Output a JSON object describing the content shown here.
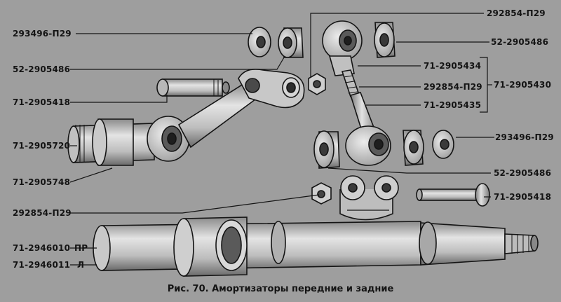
{
  "labels": {
    "l1": "293496-П29",
    "l2": "52-2905486",
    "l3": "71-2905418",
    "l4": "71-2905720",
    "l5": "71-2905748",
    "l6": "292854-П29",
    "l7": "71-2946010",
    "l8": "71-2946011",
    "r1": "292854-П29",
    "r2": "52-2905486",
    "r3": "71-2905434",
    "r4": "292854-П29",
    "r5": "71-2905435",
    "r6": "71-2905430",
    "r7": "293496-П29",
    "r8": "52-2905486",
    "r9": "71-2905418"
  },
  "sides": {
    "right": "ПР",
    "left": "Л"
  },
  "caption": "Рис. 70. Амортизаторы передние и задние",
  "colors": {
    "background": "#9e9e9e",
    "ink": "#141414",
    "metal": "#d0d0d0",
    "shadow": "#5a5a5a"
  }
}
